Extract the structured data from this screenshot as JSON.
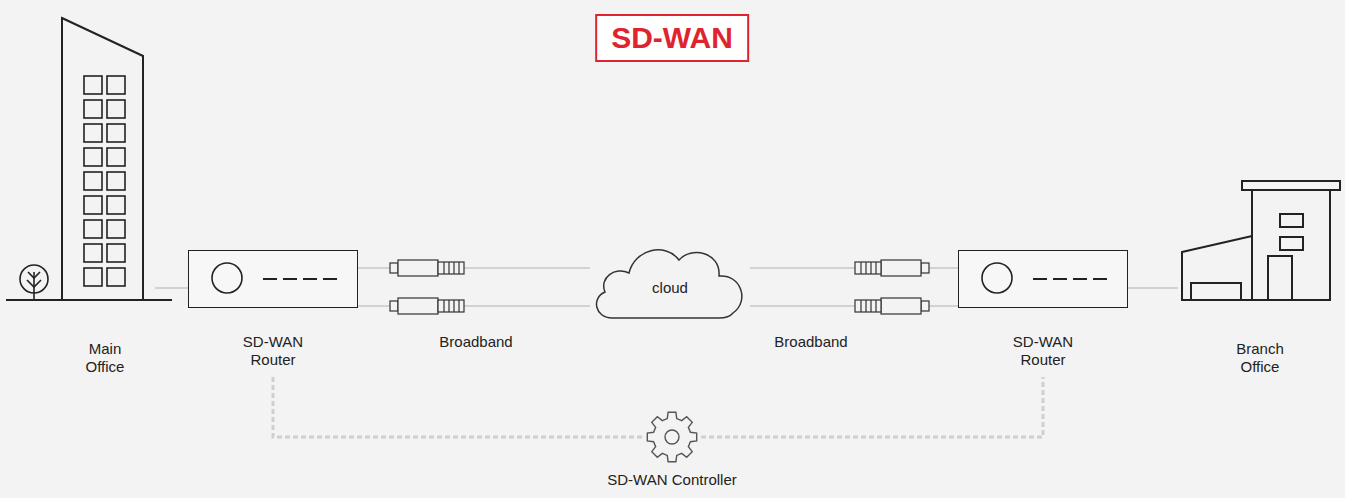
{
  "diagram": {
    "title": "SD-WAN",
    "nodes": [
      {
        "text": [
          "Main Office"
        ]
      },
      {
        "text": [
          "SD-WAN Router"
        ]
      },
      {
        "text": [
          "cloud"
        ]
      },
      {
        "text": [
          "SD-WAN Router"
        ]
      },
      {
        "text": [
          "Branch Office"
        ]
      },
      {
        "text": [
          "SD-WAN Controller"
        ]
      }
    ],
    "edges": [
      {
        "from": 0,
        "to": 1,
        "arrow": "none"
      },
      {
        "from": 1,
        "to": 2,
        "arrow": "none"
      },
      {
        "from": 1,
        "to": 2,
        "arrow": "none"
      },
      {
        "from": 2,
        "to": 3,
        "arrow": "none"
      },
      {
        "from": 2,
        "to": 3,
        "arrow": "none"
      },
      {
        "from": 3,
        "to": 4,
        "arrow": "none"
      },
      {
        "from": 1,
        "to": 5,
        "arrow": "none"
      },
      {
        "from": 5,
        "to": 3,
        "arrow": "none"
      }
    ],
    "labels": [
      "Broadband",
      "Broadband"
    ]
  }
}
